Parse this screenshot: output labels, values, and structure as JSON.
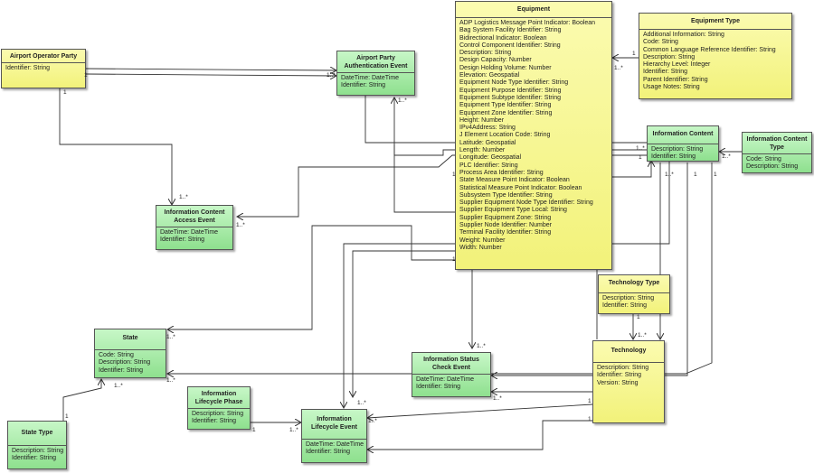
{
  "classes": {
    "airport_operator_party": {
      "name": "Airport Operator Party",
      "attrs": [
        "Identifier: String"
      ]
    },
    "airport_party_auth_event": {
      "name": "Airport Party Authentication Event",
      "attrs": [
        "DateTime: DateTime",
        "Identifier: String"
      ]
    },
    "equipment": {
      "name": "Equipment",
      "attrs": [
        "ADP Logistics Message Point Indicator: Boolean",
        "Bag System Facility Identifier: String",
        "Bidirectional Indicator: Boolean",
        "Control Component Identifier: String",
        "Description: String",
        "Design Capacity: Number",
        "Design Holding Volume: Number",
        "Elevation: Geospatial",
        "Equipment Node Type Identifier: String",
        "Equipment Purpose Identifier: String",
        "Equipment Subtype Identifier: String",
        "Equipment Type Identifier: String",
        "Equipment Zone Identifier: String",
        "Height: Number",
        "IPv4Address: String",
        "J Element Location Code: String",
        "Latitude: Geospatial",
        "Length: Number",
        "Longitude: Geospatial",
        "PLC Identifier: String",
        "Process Area Identifier: String",
        "State Measure Point Indicator: Boolean",
        "Statistical Measure Point Indicator: Boolean",
        "Subsystem Type Identifier: String",
        "Supplier Equipment Node Type Identifier: String",
        "Supplier Equipment Type Local: String",
        "Supplier Equipment Zone: String",
        "Supplier Node Identifier: Number",
        "Terminal Facility Identifier: String",
        "Weight: Number",
        "Width: Number"
      ]
    },
    "equipment_type": {
      "name": "Equipment Type",
      "attrs": [
        "Additional Information: String",
        "Code: String",
        "Common Language Reference Identifier: String",
        "Description: String",
        "Hierarchy Level: Integer",
        "Identifier: String",
        "Parent Identifier: String",
        "Usage Notes: String"
      ]
    },
    "information_content": {
      "name": "Information Content",
      "attrs": [
        "Description: String",
        "Identifier: String"
      ]
    },
    "information_content_type": {
      "name": "Information Content Type",
      "attrs": [
        "Code: String",
        "Description: String"
      ]
    },
    "information_content_access_event": {
      "name": "Information Content Access Event",
      "attrs": [
        "DateTime: DateTime",
        "Identifier: String"
      ]
    },
    "technology_type": {
      "name": "Technology Type",
      "attrs": [
        "Description: String",
        "Identifier: String"
      ]
    },
    "technology": {
      "name": "Technology",
      "attrs": [
        "Description: String",
        "Identifier: String",
        "Version: String"
      ]
    },
    "state": {
      "name": "State",
      "attrs": [
        "Code: String",
        "Description: String",
        "Identifier: String"
      ]
    },
    "state_type": {
      "name": "State Type",
      "attrs": [
        "Description: String",
        "Identifier: String"
      ]
    },
    "information_lifecycle_phase": {
      "name": "Information Lifecycle Phase",
      "attrs": [
        "Description: String",
        "Identifier: String"
      ]
    },
    "information_status_check_event": {
      "name": "Information Status Check Event",
      "attrs": [
        "DateTime: DateTime",
        "Identifier: String"
      ]
    },
    "information_lifecycle_event": {
      "name": "Information Lifecycle Event",
      "attrs": [
        "DateTime: DateTime",
        "Identifier: String"
      ]
    }
  },
  "multiplicities": [
    {
      "id": "m1",
      "text": "1"
    },
    {
      "id": "m2",
      "text": "1"
    },
    {
      "id": "m3",
      "text": "1..*"
    },
    {
      "id": "m4",
      "text": "1..*"
    },
    {
      "id": "m5",
      "text": "1"
    },
    {
      "id": "m6",
      "text": "1..*"
    },
    {
      "id": "m7",
      "text": "1..*"
    },
    {
      "id": "m8",
      "text": "1..*"
    },
    {
      "id": "m9",
      "text": "1..*"
    },
    {
      "id": "m10",
      "text": "1"
    },
    {
      "id": "m11",
      "text": "1..*"
    },
    {
      "id": "m12",
      "text": "1..*"
    },
    {
      "id": "m13",
      "text": "1..*"
    },
    {
      "id": "m14",
      "text": "1"
    },
    {
      "id": "m15",
      "text": "1"
    },
    {
      "id": "m16",
      "text": "1"
    },
    {
      "id": "m17",
      "text": "1"
    },
    {
      "id": "m18",
      "text": "1..*"
    },
    {
      "id": "m19",
      "text": "1..*"
    },
    {
      "id": "m20",
      "text": "1"
    },
    {
      "id": "m21",
      "text": "1..*"
    },
    {
      "id": "m22",
      "text": "1..*"
    },
    {
      "id": "m23",
      "text": "1..*"
    },
    {
      "id": "m24",
      "text": "1"
    },
    {
      "id": "m25",
      "text": "1..*"
    },
    {
      "id": "m26",
      "text": "1..*"
    },
    {
      "id": "m27",
      "text": "1"
    },
    {
      "id": "m28",
      "text": "1..*"
    },
    {
      "id": "m29",
      "text": "1"
    },
    {
      "id": "m30",
      "text": "1"
    }
  ]
}
